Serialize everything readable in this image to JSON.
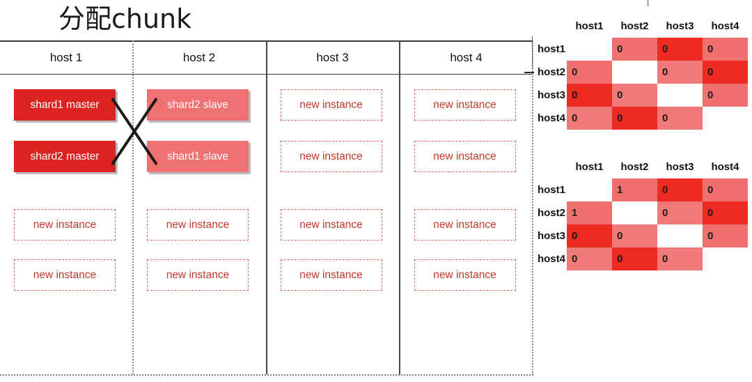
{
  "title": "分配chunk",
  "host_table": {
    "columns": [
      {
        "label": "host 1"
      },
      {
        "label": "host 2"
      },
      {
        "label": "host 3"
      },
      {
        "label": "host 4"
      }
    ],
    "cells": [
      [
        {
          "label": "shard1 master",
          "kind": "master"
        },
        {
          "label": "shard2 slave",
          "kind": "slave"
        },
        {
          "label": "new instance",
          "kind": "new"
        },
        {
          "label": "new instance",
          "kind": "new"
        }
      ],
      [
        {
          "label": "shard2 master",
          "kind": "master"
        },
        {
          "label": "shard1 slave",
          "kind": "slave"
        },
        {
          "label": "new instance",
          "kind": "new"
        },
        {
          "label": "new instance",
          "kind": "new"
        }
      ],
      [
        {
          "label": "new instance",
          "kind": "new"
        },
        {
          "label": "new instance",
          "kind": "new"
        },
        {
          "label": "new instance",
          "kind": "new"
        },
        {
          "label": "new instance",
          "kind": "new"
        }
      ],
      [
        {
          "label": "new instance",
          "kind": "new"
        },
        {
          "label": "new instance",
          "kind": "new"
        },
        {
          "label": "new instance",
          "kind": "new"
        },
        {
          "label": "new instance",
          "kind": "new"
        }
      ]
    ]
  },
  "chart_data": [
    {
      "type": "heatmap",
      "name": "matrix-before",
      "title": "",
      "columns": [
        "host1",
        "host2",
        "host3",
        "host4"
      ],
      "rows": [
        "host1",
        "host2",
        "host3",
        "host4"
      ],
      "values": [
        [
          null,
          "0",
          "0",
          "0"
        ],
        [
          "0",
          null,
          "0",
          "0"
        ],
        [
          "0",
          "0",
          null,
          "0"
        ],
        [
          "0",
          "0",
          "0",
          null
        ]
      ],
      "cell_colors": [
        [
          "#ffffff",
          "#f07070",
          "#ee2b22",
          "#f07070"
        ],
        [
          "#f07070",
          "#ffffff",
          "#f07a78",
          "#ee2b22"
        ],
        [
          "#ee2b22",
          "#f07a78",
          "#ffffff",
          "#f07070"
        ],
        [
          "#f07a78",
          "#ee2b22",
          "#f07a78",
          "#ffffff"
        ]
      ]
    },
    {
      "type": "heatmap",
      "name": "matrix-after",
      "title": "",
      "columns": [
        "host1",
        "host2",
        "host3",
        "host4"
      ],
      "rows": [
        "host1",
        "host2",
        "host3",
        "host4"
      ],
      "values": [
        [
          null,
          "1",
          "0",
          "0"
        ],
        [
          "1",
          null,
          "0",
          "0"
        ],
        [
          "0",
          "0",
          null,
          "0"
        ],
        [
          "0",
          "0",
          "0",
          null
        ]
      ],
      "cell_colors": [
        [
          "#ffffff",
          "#f07070",
          "#ee2b22",
          "#f07070"
        ],
        [
          "#f07070",
          "#ffffff",
          "#f07a78",
          "#ee2b22"
        ],
        [
          "#ee2b22",
          "#f07a78",
          "#ffffff",
          "#f07070"
        ],
        [
          "#f07a78",
          "#ee2b22",
          "#f07a78",
          "#ffffff"
        ]
      ]
    }
  ],
  "colors": {
    "master": "#dd2222",
    "slave": "#ef7272",
    "new_instance_text": "#c0392b",
    "heat_strong": "#ee2b22",
    "heat_mid": "#f07070",
    "heat_light": "#f07a78"
  }
}
